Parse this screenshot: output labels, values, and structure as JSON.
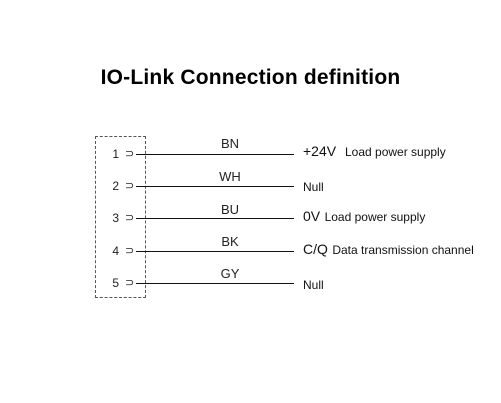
{
  "title": "IO-Link Connection definition",
  "pins": [
    {
      "number": "1",
      "wire_color": "BN",
      "signal": "+24V",
      "description": "Load power supply"
    },
    {
      "number": "2",
      "wire_color": "WH",
      "signal": "",
      "description": "Null"
    },
    {
      "number": "3",
      "wire_color": "BU",
      "signal": "0V",
      "description": "Load power supply"
    },
    {
      "number": "4",
      "wire_color": "BK",
      "signal": "C/Q",
      "description": "Data transmission channel"
    },
    {
      "number": "5",
      "wire_color": "GY",
      "signal": "",
      "description": "Null"
    }
  ]
}
